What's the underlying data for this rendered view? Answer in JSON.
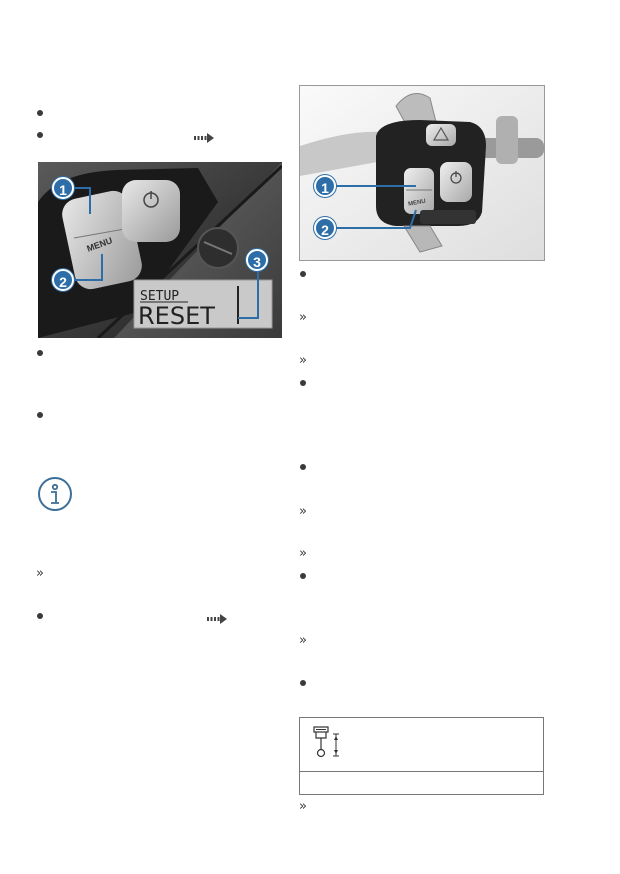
{
  "figure_left": {
    "callouts": [
      "1",
      "2",
      "3"
    ],
    "button_menu_label": "MENU",
    "display_line1": "SETUP",
    "display_line2": "RESET"
  },
  "figure_right": {
    "callouts": [
      "1",
      "2"
    ],
    "button_menu_label": "MENU"
  },
  "icons": {
    "info": "info-icon",
    "reference_arrow": "reference-arrow-icon",
    "bullet": "bullet-icon",
    "result": "result-chevron-icon",
    "engine_oil_level": "engine-oil-level-icon"
  },
  "result_glyph": "»",
  "colors": {
    "callout_blue": "#2d6ea8",
    "info_blue": "#3d6f98"
  }
}
